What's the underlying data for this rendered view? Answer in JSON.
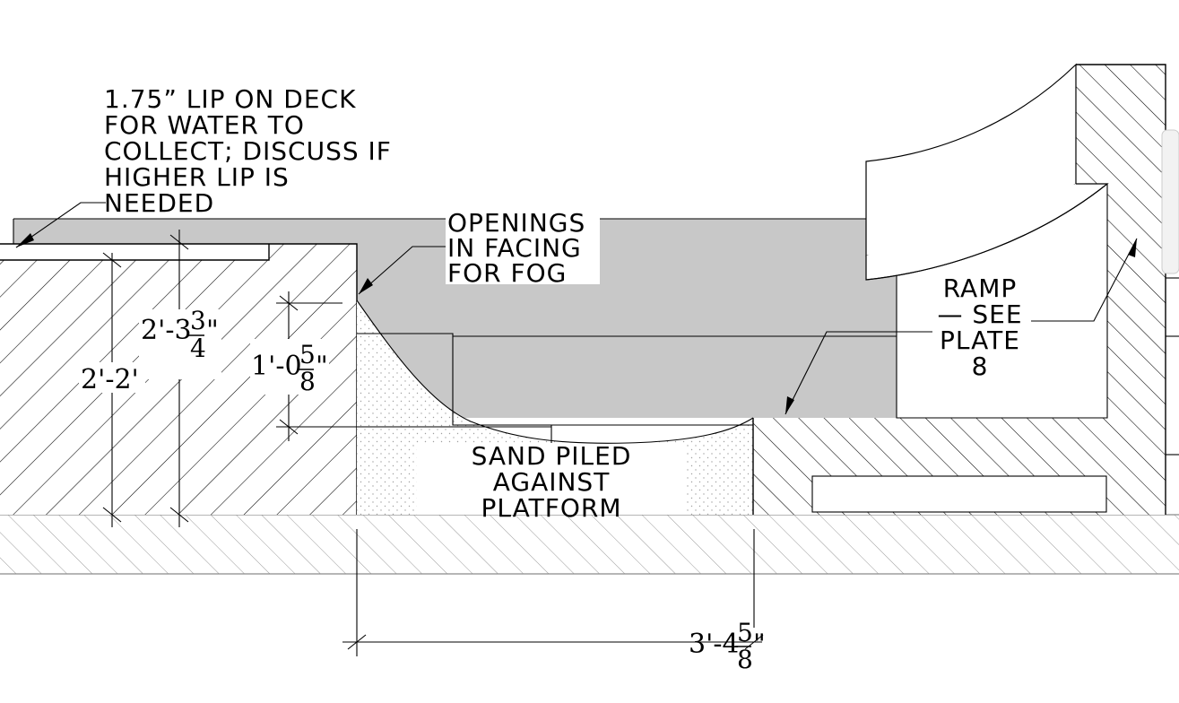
{
  "notes": {
    "lip": [
      "1.75” LIP ON DECK",
      "FOR WATER TO",
      "COLLECT; DISCUSS IF",
      "HIGHER LIP IS",
      "NEEDED"
    ],
    "openings": [
      "OPENINGS",
      "IN FACING",
      "FOR FOG"
    ],
    "ramp": [
      "RAMP",
      "— SEE",
      "PLATE",
      "8"
    ],
    "sand": [
      "SAND PILED",
      "AGAINST",
      "PLATFORM"
    ]
  },
  "dimensions": {
    "overall_height": "2'-2\"",
    "deck_height": {
      "whole": "2'-3",
      "num": "3",
      "den": "4",
      "suffix": "\""
    },
    "opening_height": {
      "whole": "1'-0",
      "num": "5",
      "den": "8",
      "suffix": "\""
    },
    "span": {
      "whole": "3'-4",
      "num": "5",
      "den": "8",
      "suffix": "\""
    }
  },
  "colors": {
    "ink": "#000000",
    "water_fill": "#c8c8c8",
    "ground_hatch": "#9a9a9a",
    "sand_dots": "#a0a0a0"
  }
}
